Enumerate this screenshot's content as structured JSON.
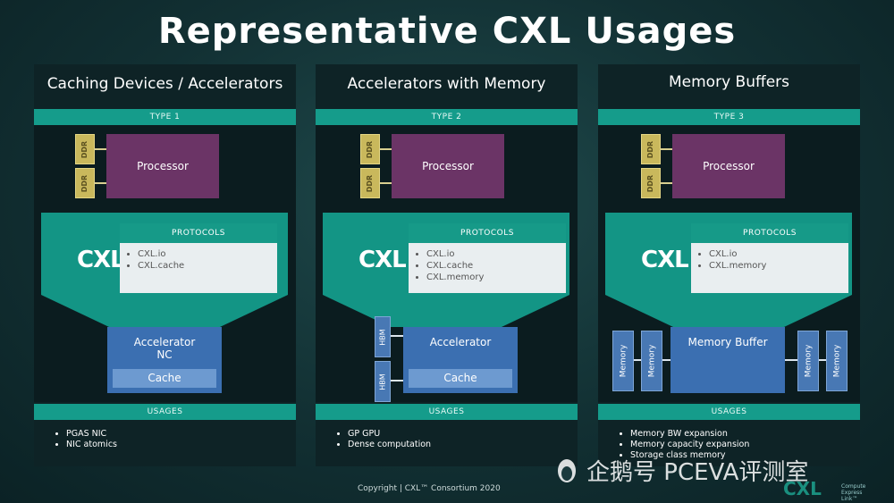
{
  "title": "Representative CXL Usages",
  "panels": [
    {
      "title": "Caching Devices / Accelerators",
      "type": "TYPE 1",
      "ddr": [
        "DDR",
        "DDR"
      ],
      "processor": "Processor",
      "cxl": "CXL",
      "protocols_header": "PROTOCOLS",
      "protocols": [
        "CXL.io",
        "CXL.cache"
      ],
      "device_line1": "Accelerator",
      "device_line2": "NC",
      "cache": "Cache",
      "usages_header": "USAGES",
      "usages": [
        "PGAS NIC",
        "NIC atomics"
      ]
    },
    {
      "title": "Accelerators with Memory",
      "type": "TYPE 2",
      "ddr": [
        "DDR",
        "DDR"
      ],
      "processor": "Processor",
      "cxl": "CXL",
      "protocols_header": "PROTOCOLS",
      "protocols": [
        "CXL.io",
        "CXL.cache",
        "CXL.memory"
      ],
      "hbm": [
        "HBM",
        "HBM"
      ],
      "device_line1": "Accelerator",
      "cache": "Cache",
      "usages_header": "USAGES",
      "usages": [
        "GP GPU",
        "Dense computation"
      ]
    },
    {
      "title": "Memory Buffers",
      "type": "TYPE 3",
      "ddr": [
        "DDR",
        "DDR"
      ],
      "processor": "Processor",
      "cxl": "CXL",
      "protocols_header": "PROTOCOLS",
      "protocols": [
        "CXL.io",
        "CXL.memory"
      ],
      "memory": [
        "Memory",
        "Memory",
        "Memory",
        "Memory"
      ],
      "device_line1": "Memory Buffer",
      "usages_header": "USAGES",
      "usages": [
        "Memory BW expansion",
        "Memory capacity expansion",
        "Storage class memory"
      ]
    }
  ],
  "footer": "Copyright | CXL™ Consortium 2020",
  "watermark": "企鹅号 PCEVA评测室",
  "brand": "CXL",
  "brand_sub": [
    "Compute",
    "Express",
    "Link™"
  ],
  "colors": {
    "teal": "#159c8b",
    "processor": "#6b3466",
    "device": "#3b6fb1",
    "ddr": "#c9b85c"
  }
}
